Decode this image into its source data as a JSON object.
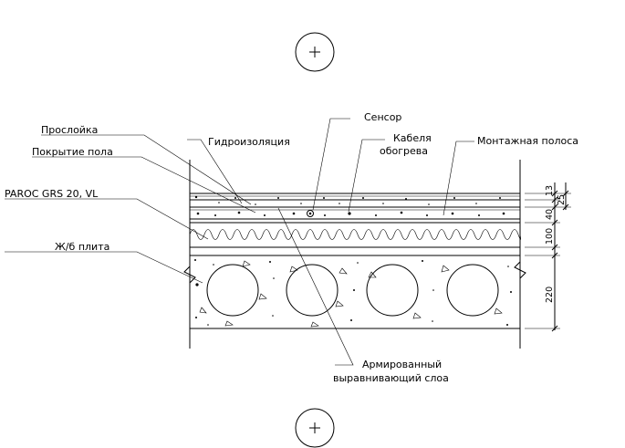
{
  "labels": {
    "proslojka": "Прослойка",
    "pokrytie_pola": "Покрытие пола",
    "paroc": "PAROC GRS 20, VL",
    "plita": "Ж/б плита",
    "gidroizolyaciya": "Гидроизоляция",
    "sensor": "Сенсор",
    "kabel_1": "Кабеля",
    "kabel_2": "обогрева",
    "montazhnaya_polosa": "Монтажная полоса",
    "armirovanny_1": "Армированный",
    "armirovanny_2": "выравнивающий слоа"
  },
  "dimensions": {
    "d13": "13",
    "d25": "25",
    "d40": "40",
    "d100": "100",
    "d220": "220"
  },
  "symbols": {
    "top_marker": "circle-plus-icon",
    "bottom_marker": "circle-plus-icon"
  }
}
